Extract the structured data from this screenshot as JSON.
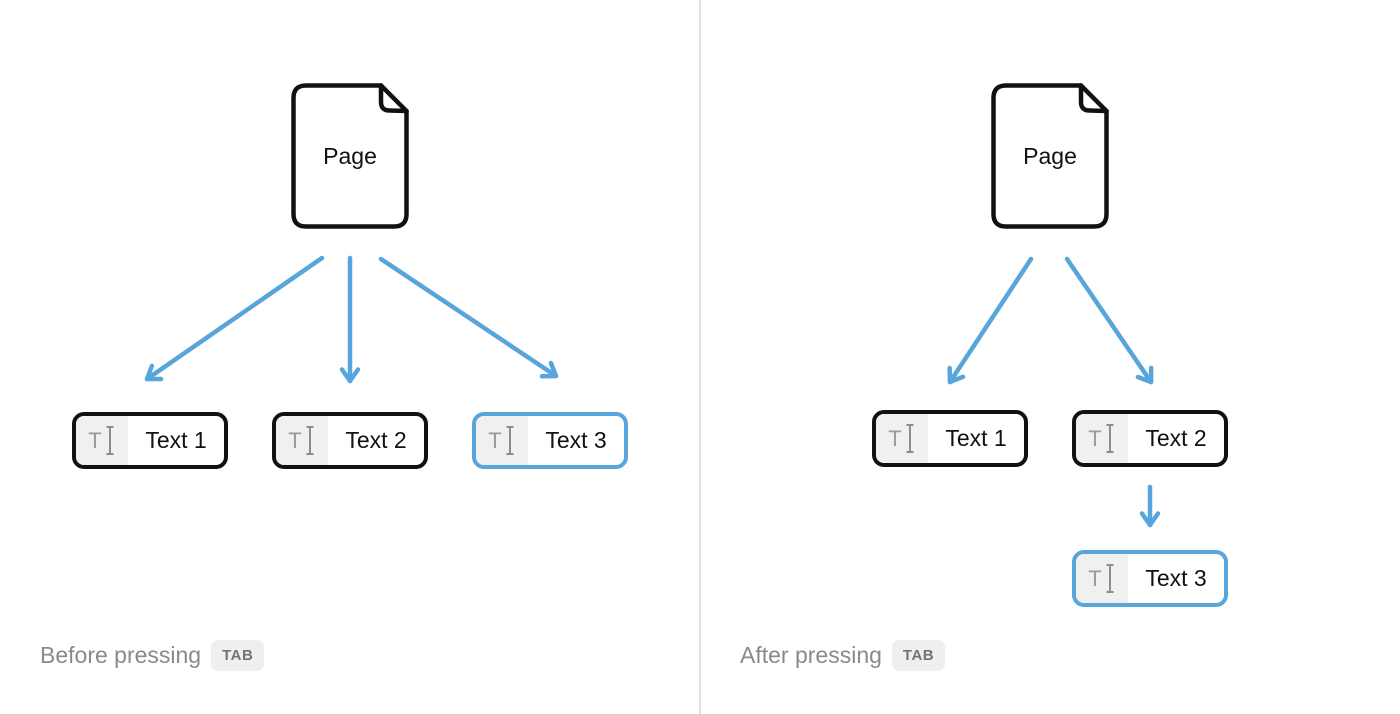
{
  "colors": {
    "accent": "#57a5db",
    "ink": "#111111",
    "caption_text": "#8a8a8a",
    "icon_glyph": "#9b9b9b",
    "icon_beam": "#8d8d8d",
    "icon_bg": "#f0f0f0",
    "key_bg": "#efefef",
    "key_text": "#737373",
    "divider": "#e1e1e1",
    "background": "#ffffff"
  },
  "icons": {
    "text_block_letter": "T",
    "text_cursor": "text-cursor-icon",
    "page_document": "page-document-icon"
  },
  "panels": [
    {
      "page_label": "Page",
      "blocks": [
        {
          "label": "Text 1",
          "selected": false
        },
        {
          "label": "Text 2",
          "selected": false
        },
        {
          "label": "Text 3",
          "selected": true
        }
      ],
      "caption": "Before pressing",
      "key_label": "TAB"
    },
    {
      "page_label": "Page",
      "blocks": [
        {
          "label": "Text 1",
          "selected": false
        },
        {
          "label": "Text 2",
          "selected": false
        },
        {
          "label": "Text 3",
          "selected": true
        }
      ],
      "caption": "After pressing",
      "key_label": "TAB"
    }
  ]
}
